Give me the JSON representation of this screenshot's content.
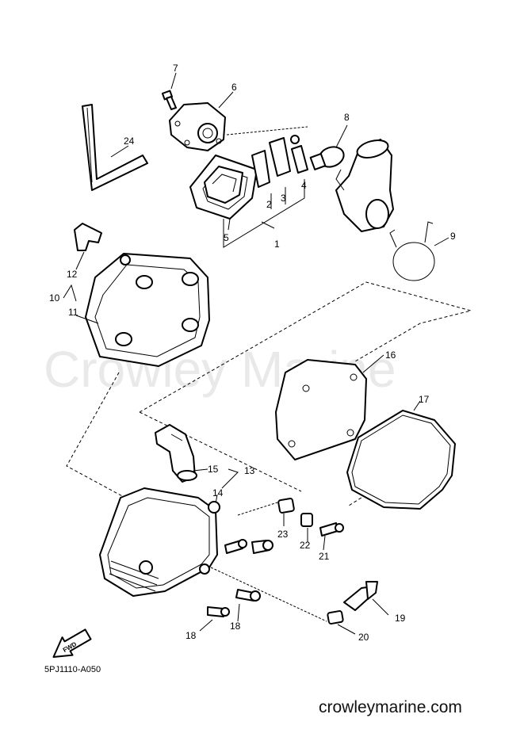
{
  "watermark": "Crowley Marine",
  "footer_url": "crowleymarine.com",
  "diagram_code": "5PJ1110-A050",
  "fwd_label": "FWD",
  "callouts": {
    "c1": "1",
    "c2": "2",
    "c3": "3",
    "c4": "4",
    "c5": "5",
    "c6": "6",
    "c7": "7",
    "c8": "8",
    "c9": "9",
    "c10": "10",
    "c11": "11",
    "c12": "12",
    "c13": "13",
    "c14": "14",
    "c15": "15",
    "c16": "16",
    "c17": "17",
    "c18a": "18",
    "c18b": "18",
    "c19": "19",
    "c20": "20",
    "c21": "21",
    "c22": "22",
    "c23": "23",
    "c24": "24"
  }
}
